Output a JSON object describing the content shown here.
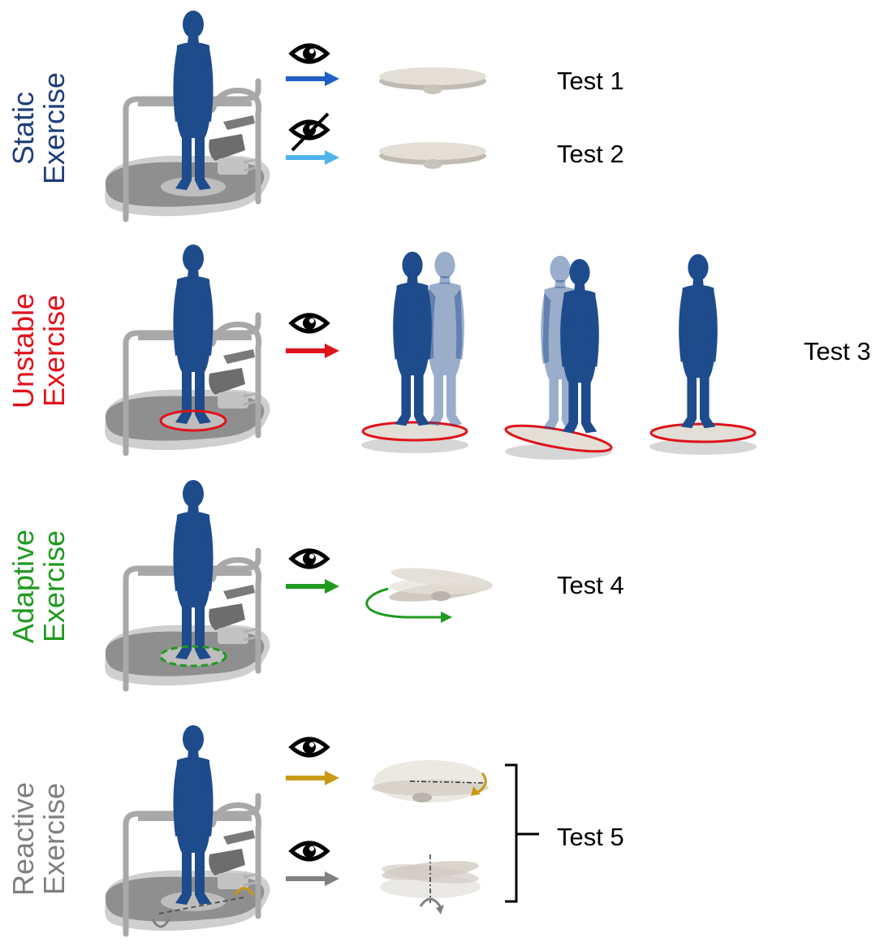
{
  "colors": {
    "static": "#1f3d7a",
    "unstable": "#e0121b",
    "adaptive": "#1f9a1f",
    "reactive": "#7f7f7f",
    "figure": "#1e4b8c",
    "arrow_open_eyes": "#1f5fc4",
    "arrow_closed_eyes": "#4fb3ea",
    "arrow_reactive_1": "#c99a16",
    "arrow_reactive_2": "#808080",
    "disc": "#d9d4cc",
    "device": "#9a9a9a"
  },
  "rows": [
    {
      "line1": "Static",
      "line2": "Exercise",
      "tests": [
        "Test 1",
        "Test 2"
      ]
    },
    {
      "line1": "Unstable",
      "line2": "Exercise",
      "tests": [
        "Test 3"
      ]
    },
    {
      "line1": "Adaptive",
      "line2": "Exercise",
      "tests": [
        "Test 4"
      ]
    },
    {
      "line1": "Reactive",
      "line2": "Exercise",
      "tests": [
        "Test 5"
      ]
    }
  ],
  "icons": [
    "eye-icon",
    "eye-crossed-icon",
    "arrow-icon",
    "person-icon",
    "balance-device-icon",
    "disc-icon",
    "rotation-arrow-icon",
    "bracket-icon"
  ]
}
